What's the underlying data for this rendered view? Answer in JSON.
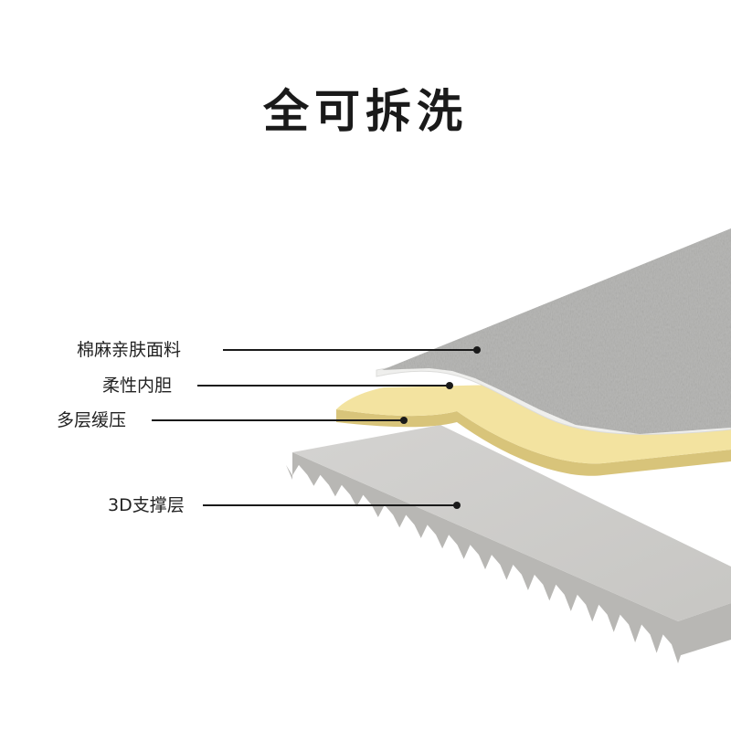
{
  "title": "全可拆洗",
  "layers": [
    {
      "label": "棉麻亲肤面料"
    },
    {
      "label": "柔性内胆"
    },
    {
      "label": "多层缓压"
    },
    {
      "label": "3D支撑层"
    }
  ],
  "colors": {
    "fabric": "#b9b9b7",
    "fleece": "#efefed",
    "foam": "#f3e3a0",
    "foam_edge": "#d8c47a",
    "support": "#cfcecc",
    "support_side": "#b8b7b4",
    "leader": "#1a1a1a"
  }
}
